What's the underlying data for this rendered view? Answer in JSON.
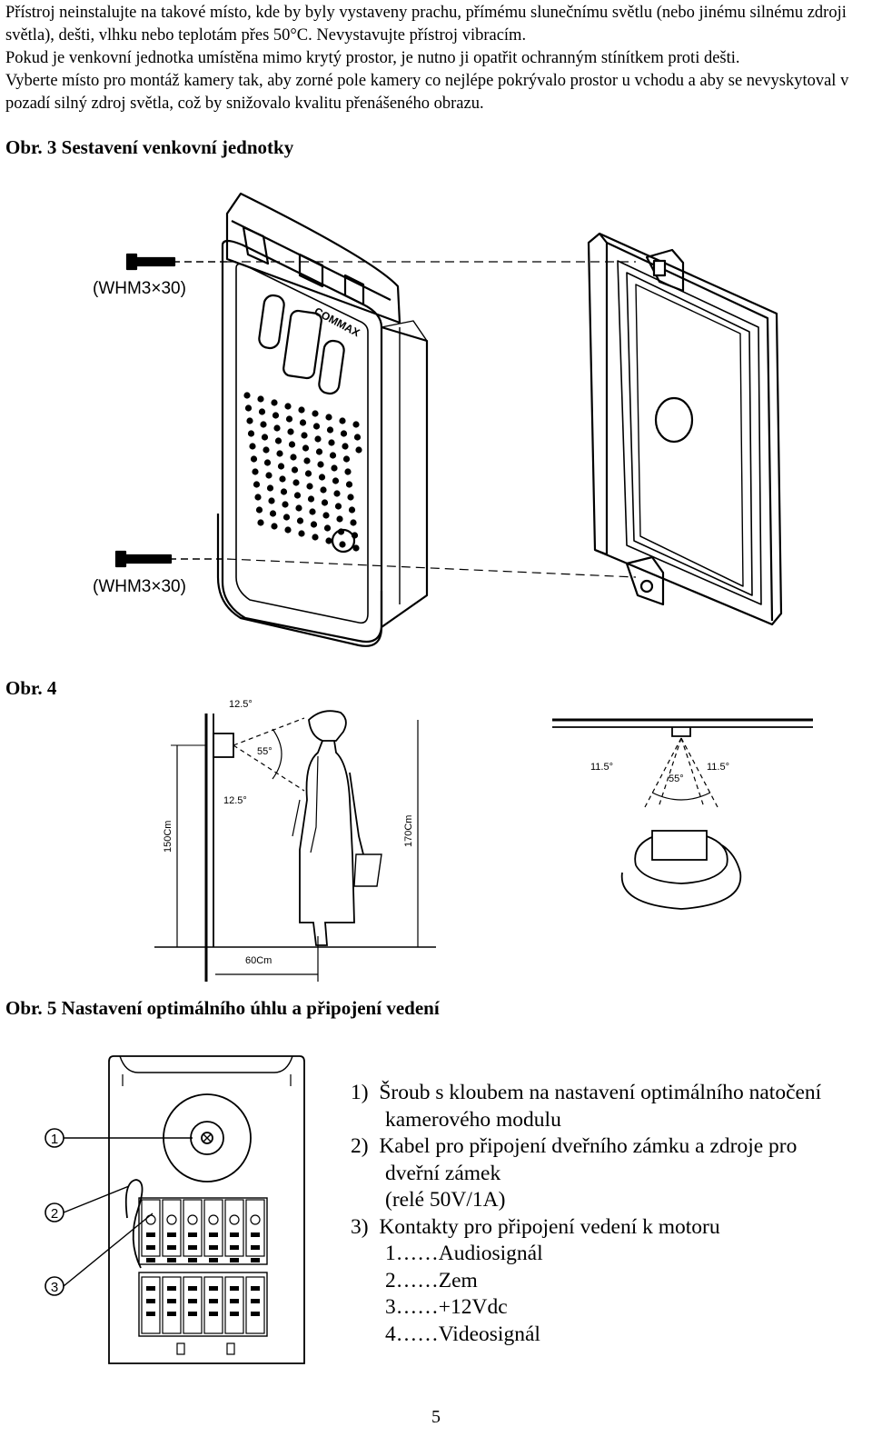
{
  "intro": {
    "p1": "Přístroj neinstalujte na takové místo, kde by byly vystaveny prachu, přímému slunečnímu světlu (nebo jinému silnému zdroji světla), dešti, vlhku nebo teplotám přes 50°C. Nevystavujte přístroj vibracím.",
    "p2": "Pokud je venkovní jednotka umístěna mimo krytý prostor, je nutno ji opatřit ochranným stínítkem proti dešti.",
    "p3": "Vyberte místo pro montáž kamery tak, aby zorné pole kamery co nejlépe pokrývalo prostor u vchodu a aby se nevyskytoval v pozadí silný zdroj světla, což by snižovalo kvalitu přenášeného obrazu."
  },
  "fig3": {
    "caption": "Obr. 3 Sestavení venkovní jednotky",
    "screw_label_top": "(WHM3×30)",
    "screw_label_bottom": "(WHM3×30)",
    "brand": "COMMAX"
  },
  "fig4": {
    "caption": "Obr. 4",
    "angle_top": "12.5°",
    "angle_mid": "55°",
    "angle_bottom": "12.5°",
    "height_unit": "150Cm",
    "height_person": "170Cm",
    "distance": "60Cm",
    "angle_left": "11.5°",
    "angle_right": "11.5°",
    "angle_center": "55°"
  },
  "fig5": {
    "caption": "Obr. 5  Nastavení optimálního úhlu a připojení vedení",
    "callouts": [
      "1",
      "2",
      "3"
    ],
    "items": [
      {
        "num": "1)",
        "text": "Šroub s kloubem na nastavení optimálního natočení",
        "cont": [
          "kamerového modulu"
        ]
      },
      {
        "num": "2)",
        "text": "Kabel pro připojení dveřního zámku a zdroje pro",
        "cont": [
          "dveřní zámek",
          "(relé 50V/1A)"
        ]
      },
      {
        "num": "3)",
        "text": "Kontakty pro připojení vedení k motoru",
        "cont": [
          "1……Audiosignál",
          "2……Zem",
          "3……+12Vdc",
          "4……Videosignál"
        ]
      }
    ]
  },
  "page_number": "5"
}
